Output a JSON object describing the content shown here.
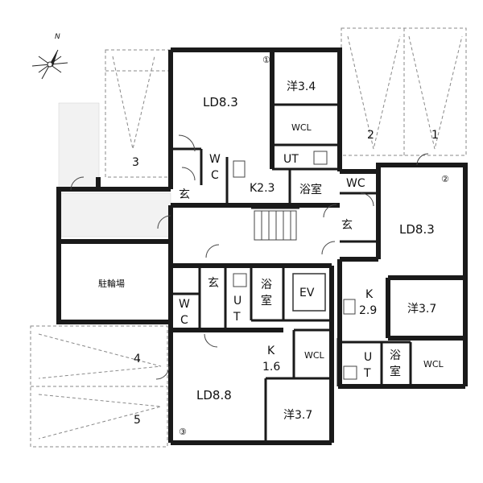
{
  "compass": {
    "north_label": "N"
  },
  "units": {
    "unit1": {
      "marker": "①",
      "ld": "LD8.3",
      "western": "洋3.4",
      "wcl": "WCL",
      "ut": "UT",
      "bath": "浴室",
      "kitchen": "K2.3",
      "wc_w": "W",
      "wc_c": "C",
      "entry": "玄"
    },
    "unit2": {
      "marker": "②",
      "ld": "LD8.3",
      "western": "洋3.7",
      "wcl": "WCL",
      "ut_u": "U",
      "ut_t": "T",
      "bath_1": "浴",
      "bath_2": "室",
      "kitchen_k": "K",
      "kitchen_n": "2.9",
      "wc": "WC",
      "entry": "玄"
    },
    "unit3": {
      "marker": "③",
      "ld": "LD8.8",
      "western": "洋3.7",
      "wcl": "WCL",
      "kitchen_k": "K",
      "kitchen_n": "1.6",
      "ut_u": "U",
      "ut_t": "T",
      "bath_1": "浴",
      "bath_2": "室",
      "wc_w": "W",
      "wc_c": "C",
      "entry": "玄"
    }
  },
  "common": {
    "ev": "EV",
    "bike_parking": "駐輪場"
  },
  "parking": {
    "p1": "1",
    "p2": "2",
    "p3": "3",
    "p4": "4",
    "p5": "5"
  }
}
